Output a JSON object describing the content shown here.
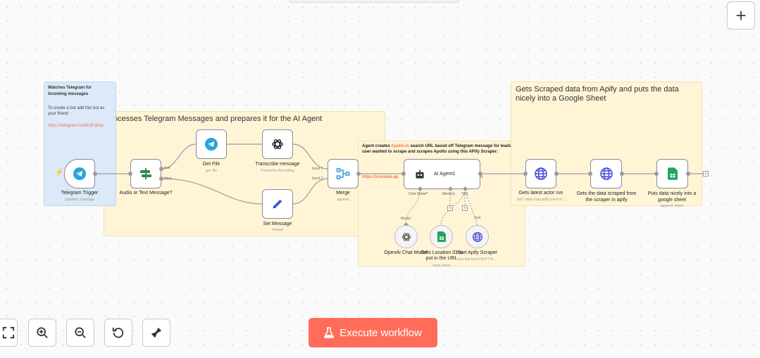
{
  "toolbar": {
    "add_label": "+"
  },
  "stickies": {
    "telegram": {
      "title": "Watches Telegram for Incoming messages",
      "body": "To create a bot add this bot as your friend:",
      "link": "https://telegram.me/BotFather"
    },
    "process": {
      "title": "ocesses Telegram Messages and prepares it for the AI Agent"
    },
    "agent": {
      "text_before": "Agent creates ",
      "link": "Apollo.io",
      "text_after": " search URL based off Telegram message for leads the user wanted to scrape and scrapes Apollo using this APify Scraper:",
      "url_left": "https://console.ap",
      "url_right": "o"
    },
    "apify": {
      "title": "Gets Scraped data from Apify and puts the data nicely into a Google Sheet"
    }
  },
  "nodes": {
    "telegram_trigger": {
      "label": "Telegram Trigger",
      "sub": "Updates: message",
      "icon": "telegram-icon"
    },
    "audio_or_text": {
      "label": "Audio or Text Message?",
      "port_true": "true",
      "port_false": "false",
      "icon": "switch-icon"
    },
    "get_file": {
      "label": "Get File",
      "sub": "get: file",
      "icon": "telegram-icon"
    },
    "transcribe": {
      "label": "Transcribe message",
      "sub": "Transcribe Recording",
      "icon": "openai-icon"
    },
    "set_message": {
      "label": "Set Message",
      "sub": "manual",
      "icon": "pencil-icon"
    },
    "merge": {
      "label": "Merge",
      "sub": "append",
      "port1": "Input 1",
      "port2": "Input 2",
      "icon": "merge-icon"
    },
    "ai_agent": {
      "label": "AI Agent1",
      "port_model": "Chat Model*",
      "port_memory": "Memory",
      "port_tool": "Tool",
      "icon": "robot-icon"
    },
    "openai_chat": {
      "label": "OpenAI Chat Model",
      "top_label": "Model",
      "icon": "openai-icon"
    },
    "get_location": {
      "label": "Gets Location ID to put in the URL",
      "sub": "read: sheet",
      "icon": "sheets-icon"
    },
    "start_apify": {
      "label": "Start Apify Scraper",
      "sub": "Use this tool if ANYTHI...",
      "top_label": "Tool",
      "icon": "globe-icon"
    },
    "latest_actor": {
      "label": "Gets latest actor run",
      "sub": "GET: https://api.apify.com/v2/...",
      "icon": "globe-icon"
    },
    "scraped_data": {
      "label": "Gets the data scraped from the scraper in apify",
      "icon": "globe-icon"
    },
    "google_sheet": {
      "label": "Puts data nicely into a google sheet",
      "sub": "append: sheet",
      "icon": "sheets-icon"
    }
  },
  "controls": {
    "fit": "fit-view-icon",
    "zoom_in": "zoom-in-icon",
    "zoom_out": "zoom-out-icon",
    "reset": "reset-zoom-icon",
    "tidy": "tidy-up-icon"
  },
  "execute": {
    "label": "Execute workflow",
    "icon": "flask-icon"
  },
  "colors": {
    "accent": "#ff6d5a",
    "sticky_yellow": "#fff5d6",
    "sticky_blue": "#dbe9f8",
    "telegram": "#2aa3df",
    "sheets": "#21a464",
    "globe": "#4a4ad8",
    "merge": "#3b9fd6"
  }
}
